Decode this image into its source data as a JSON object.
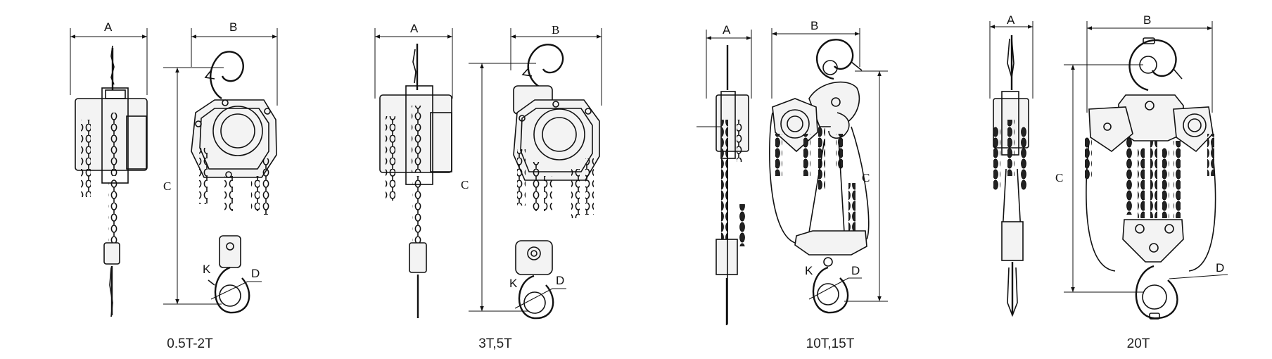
{
  "labels": {
    "A": "A",
    "B": "B",
    "C": "C",
    "D": "D",
    "K": "K"
  },
  "captions": [
    "0.5T-2T",
    "3T,5T",
    "10T,15T",
    "20T"
  ]
}
